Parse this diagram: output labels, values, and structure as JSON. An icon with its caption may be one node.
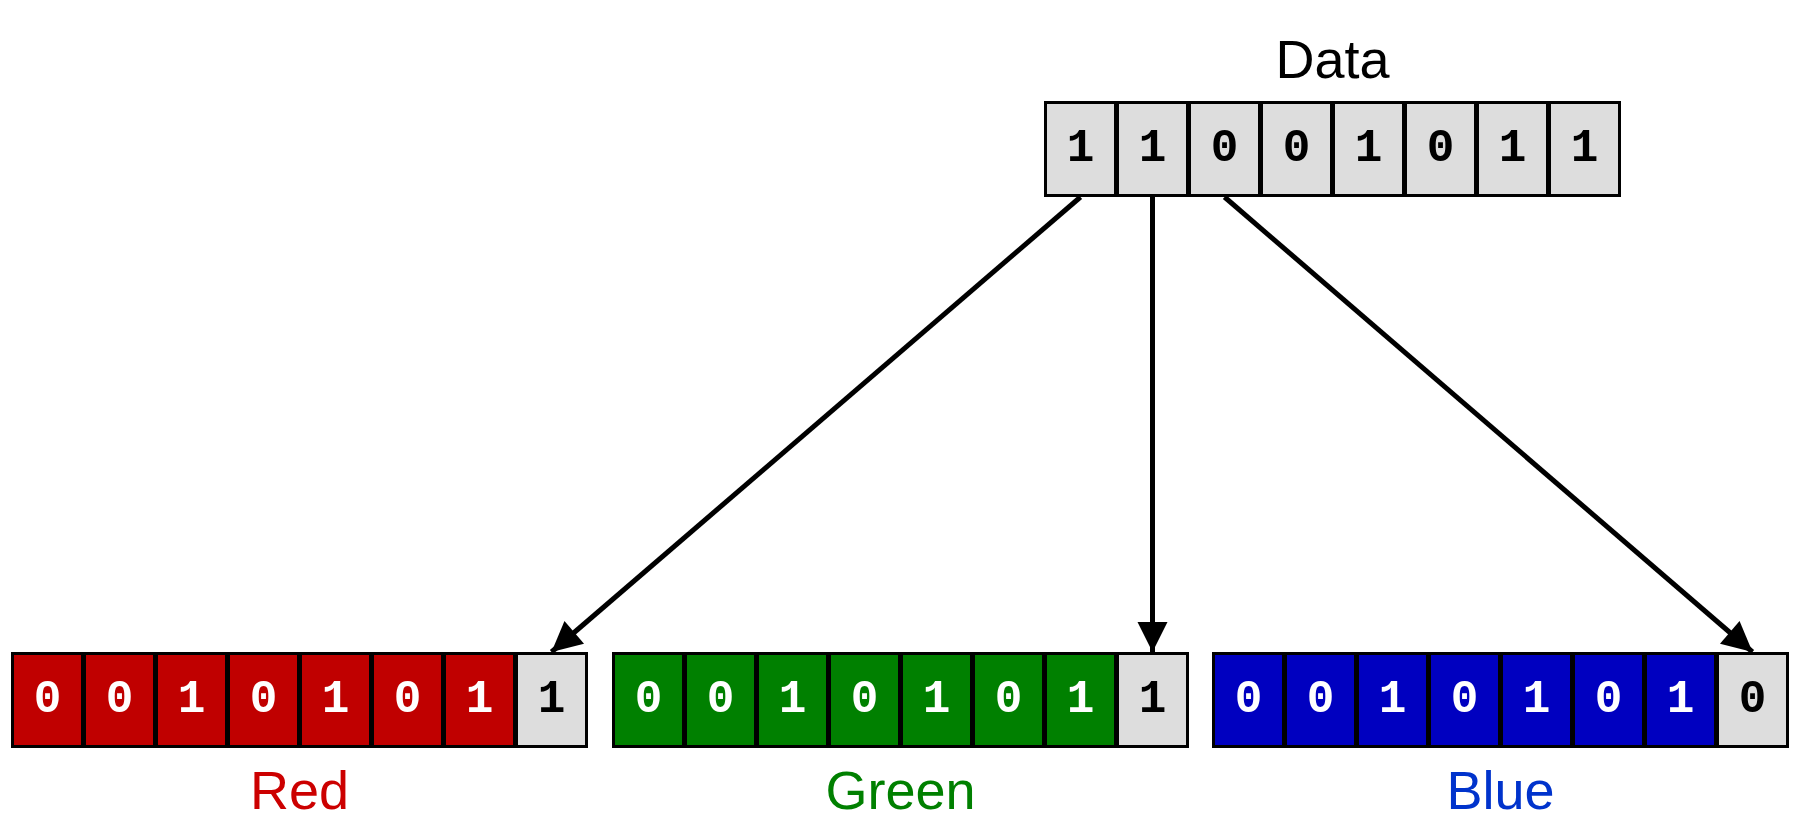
{
  "diagram": {
    "nodes": [
      {
        "text": [
          "Data"
        ]
      },
      {
        "text": [
          "1"
        ],
        "in": 0
      },
      {
        "text": [
          "1"
        ],
        "in": 0
      },
      {
        "text": [
          "0"
        ],
        "in": 0
      },
      {
        "text": [
          "0"
        ],
        "in": 0
      },
      {
        "text": [
          "1"
        ],
        "in": 0
      },
      {
        "text": [
          "0"
        ],
        "in": 0
      },
      {
        "text": [
          "1"
        ],
        "in": 0
      },
      {
        "text": [
          "1"
        ],
        "in": 0
      },
      {
        "text": [
          "Red"
        ]
      },
      {
        "text": [
          "0"
        ],
        "in": 9
      },
      {
        "text": [
          "0"
        ],
        "in": 9
      },
      {
        "text": [
          "1"
        ],
        "in": 9
      },
      {
        "text": [
          "0"
        ],
        "in": 9
      },
      {
        "text": [
          "1"
        ],
        "in": 9
      },
      {
        "text": [
          "0"
        ],
        "in": 9
      },
      {
        "text": [
          "1"
        ],
        "in": 9
      },
      {
        "text": [
          "1"
        ],
        "in": 9
      },
      {
        "text": [
          "Green"
        ]
      },
      {
        "text": [
          "0"
        ],
        "in": 18
      },
      {
        "text": [
          "0"
        ],
        "in": 18
      },
      {
        "text": [
          "1"
        ],
        "in": 18
      },
      {
        "text": [
          "0"
        ],
        "in": 18
      },
      {
        "text": [
          "1"
        ],
        "in": 18
      },
      {
        "text": [
          "0"
        ],
        "in": 18
      },
      {
        "text": [
          "1"
        ],
        "in": 18
      },
      {
        "text": [
          "1"
        ],
        "in": 18
      },
      {
        "text": [
          "Blue"
        ]
      },
      {
        "text": [
          "0"
        ],
        "in": 27
      },
      {
        "text": [
          "0"
        ],
        "in": 27
      },
      {
        "text": [
          "1"
        ],
        "in": 27
      },
      {
        "text": [
          "0"
        ],
        "in": 27
      },
      {
        "text": [
          "1"
        ],
        "in": 27
      },
      {
        "text": [
          "0"
        ],
        "in": 27
      },
      {
        "text": [
          "1"
        ],
        "in": 27
      },
      {
        "text": [
          "0"
        ],
        "in": 27
      }
    ],
    "edges": [
      {
        "from": 1,
        "to": 17,
        "arrow": "to"
      },
      {
        "from": 2,
        "to": 26,
        "arrow": "to"
      },
      {
        "from": 3,
        "to": 35,
        "arrow": "to"
      }
    ]
  }
}
